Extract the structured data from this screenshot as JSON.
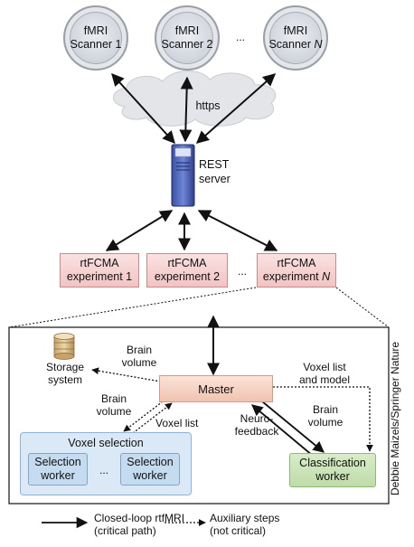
{
  "scanners": [
    {
      "line1": "fMRI",
      "line2": "Scanner 1"
    },
    {
      "line1": "fMRI",
      "line2": "Scanner 2"
    },
    {
      "line1": "fMRI",
      "line2": "Scanner",
      "line2_italic": "N"
    }
  ],
  "scanner_ellipsis": "...",
  "cloud_label": "https",
  "server": {
    "line1": "REST",
    "line2": "server"
  },
  "experiments": [
    {
      "line1": "rtFCMA",
      "line2": "experiment 1"
    },
    {
      "line1": "rtFCMA",
      "line2": "experiment 2"
    },
    {
      "line1": "rtFCMA",
      "line2": "experiment",
      "line2_italic": "N"
    }
  ],
  "experiment_ellipsis": "...",
  "storage": {
    "line1": "Storage",
    "line2": "system"
  },
  "master_label": "Master",
  "labels": {
    "brain_volume_storage": [
      "Brain",
      "volume"
    ],
    "brain_volume_left": [
      "Brain",
      "volume"
    ],
    "voxel_list": "Voxel list",
    "voxel_list_model": [
      "Voxel list",
      "and model"
    ],
    "brain_volume_right": [
      "Brain",
      "volume"
    ],
    "neurofeedback": [
      "Neuro-",
      "feedback"
    ]
  },
  "voxel_selection": {
    "title": "Voxel selection",
    "worker_line1": "Selection",
    "worker_line2": "worker",
    "ellipsis": "..."
  },
  "classification_worker": {
    "line1": "Classification",
    "line2": "worker"
  },
  "legend": {
    "solid": [
      "Closed-loop rtfMRI",
      "(critical path)"
    ],
    "dotted": [
      "Auxiliary steps",
      "(not critical)"
    ]
  },
  "credit": "Debbie Maizels/Springer Nature",
  "colors": {
    "experiment": "#f2c4c4",
    "master": "#f1c3b0",
    "voxel_selection": "#dbe9f6",
    "classification": "#bfdca8",
    "scanner": "#d2d6dd"
  }
}
